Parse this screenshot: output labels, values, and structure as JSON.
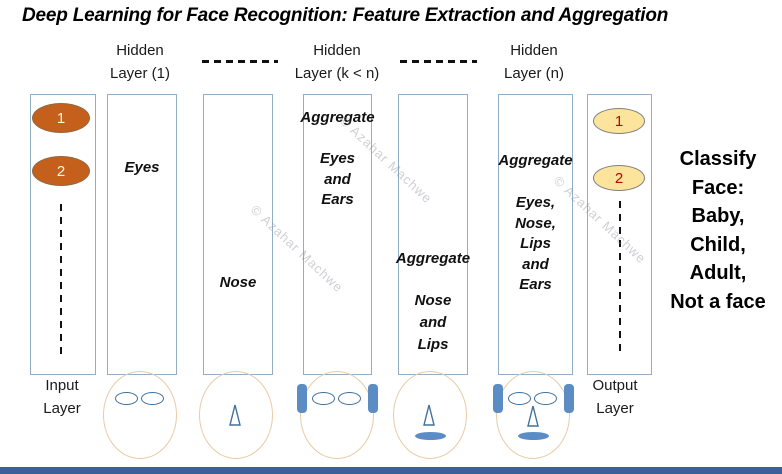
{
  "title": "Deep Learning for Face Recognition: Feature Extraction and Aggregation",
  "watermark": "© Azahar Machwe",
  "layer_labels": [
    {
      "line1": "Hidden",
      "line2": "Layer (1)"
    },
    {
      "line1": "Hidden",
      "line2": "Layer (k < n)"
    },
    {
      "line1": "Hidden",
      "line2": "Layer (n)"
    }
  ],
  "input": {
    "label_line1": "Input",
    "label_line2": "Layer",
    "node1": "1",
    "node2": "2"
  },
  "output": {
    "label_line1": "Output",
    "label_line2": "Layer",
    "node1": "1",
    "node2": "2"
  },
  "boxes": {
    "eyes": {
      "text": "Eyes"
    },
    "nose": {
      "text": "Nose"
    },
    "agg1": {
      "header": "Aggregate",
      "line1": "Eyes",
      "line2": "and",
      "line3": "Ears"
    },
    "agg2": {
      "header": "Aggregate",
      "line1": "Nose",
      "line2": "and",
      "line3": "Lips"
    },
    "agg3": {
      "header": "Aggregate",
      "line1": "Eyes,",
      "line2": "Nose,",
      "line3": "Lips",
      "line4": "and",
      "line5": "Ears"
    }
  },
  "classify": {
    "line1": "Classify",
    "line2": "Face:",
    "line3": "Baby,",
    "line4": "Child,",
    "line5": "Adult,",
    "line6": "Not a face"
  },
  "faces": [
    {
      "features": [
        "eyes"
      ]
    },
    {
      "features": [
        "nose"
      ]
    },
    {
      "features": [
        "ears",
        "eyes"
      ]
    },
    {
      "features": [
        "nose",
        "lips"
      ]
    },
    {
      "features": [
        "ears",
        "eyes",
        "nose",
        "lips"
      ]
    }
  ],
  "colors": {
    "box_border": "#92aec7",
    "input_node_fill": "#c55f1c",
    "input_node_text": "#fdf6e3",
    "output_node_fill": "#fce49c",
    "output_node_text": "#c00000",
    "face_outline": "#e9cba4",
    "feature_stroke": "#41719c",
    "feature_fill": "#5b8dc4",
    "bottom_bar": "#3c5f99"
  }
}
